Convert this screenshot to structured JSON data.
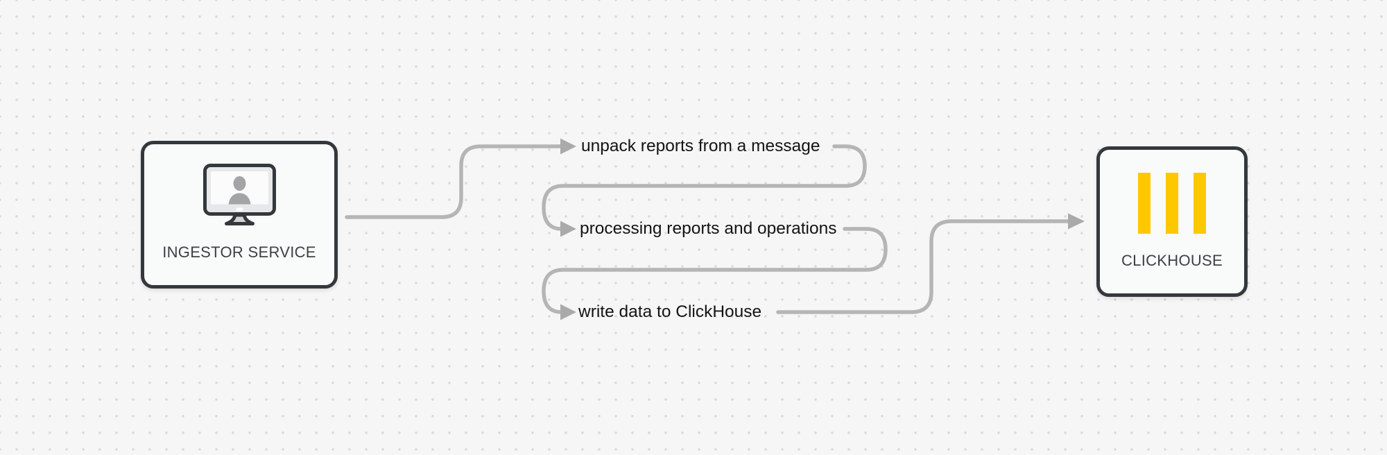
{
  "diagram": {
    "nodes": {
      "ingestor": {
        "label": "INGESTOR SERVICE",
        "icon": "user-monitor-icon"
      },
      "clickhouse": {
        "label": "CLICKHOUSE",
        "icon": "clickhouse-bars-icon"
      }
    },
    "flow_steps": [
      {
        "label": "unpack reports from a message"
      },
      {
        "label": "processing reports and operations"
      },
      {
        "label": "write data to ClickHouse"
      }
    ]
  },
  "colors": {
    "connector": "#b5b5b5",
    "arrow": "#aaaaaa",
    "clickhouse_yellow": "#fec800",
    "node_border": "#33383d",
    "background": "#f6f6f6",
    "dots": "#d9d9d9"
  }
}
